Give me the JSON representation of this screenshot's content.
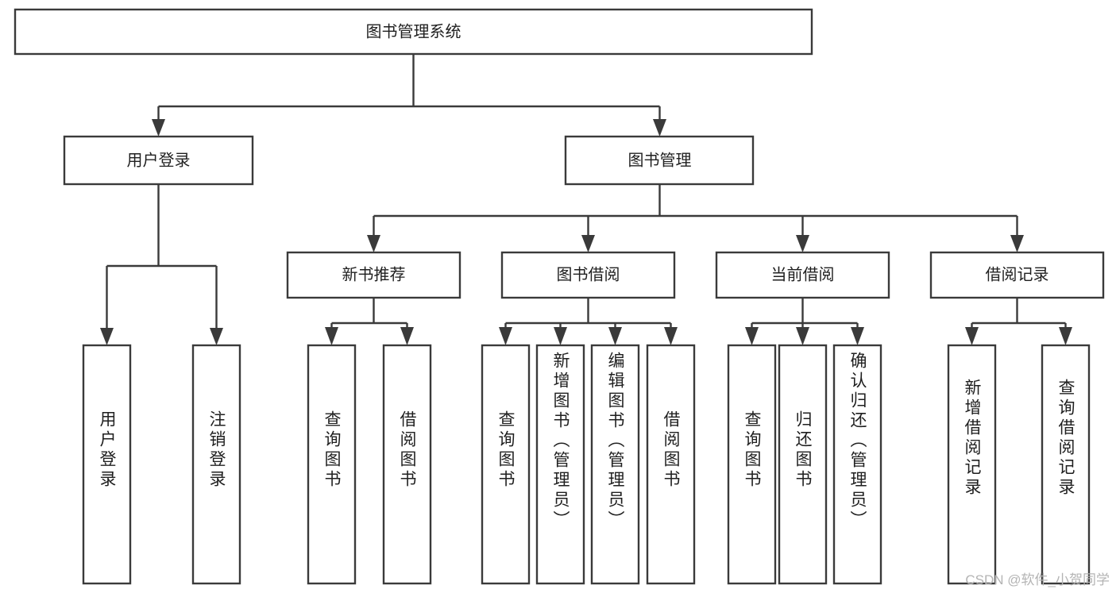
{
  "diagram": {
    "type": "tree",
    "title": "图书管理系统",
    "root": {
      "label": "图书管理系统"
    },
    "level2": [
      {
        "label": "用户登录"
      },
      {
        "label": "图书管理"
      }
    ],
    "level3": [
      {
        "label": "新书推荐"
      },
      {
        "label": "图书借阅"
      },
      {
        "label": "当前借阅"
      },
      {
        "label": "借阅记录"
      }
    ],
    "leaves": {
      "user_login": [
        {
          "label": "用户登录"
        },
        {
          "label": "注销登录"
        }
      ],
      "new_book_recommend": [
        {
          "label": "查询图书"
        },
        {
          "label": "借阅图书"
        }
      ],
      "book_borrow": [
        {
          "label": "查询图书"
        },
        {
          "label": "新增图书（管理员）"
        },
        {
          "label": "编辑图书（管理员）"
        },
        {
          "label": "借阅图书"
        }
      ],
      "current_borrow": [
        {
          "label": "查询图书"
        },
        {
          "label": "归还图书"
        },
        {
          "label": "确认归还（管理员）"
        }
      ],
      "borrow_record": [
        {
          "label": "新增借阅记录"
        },
        {
          "label": "查询借阅记录"
        }
      ]
    }
  },
  "watermark": {
    "text": "CSDN @软件_小贺同学"
  },
  "colors": {
    "background": "#ffffff",
    "box_fill": "#ffffff",
    "box_stroke": "#3a3a3a",
    "text": "#1f1f1f",
    "watermark": "#b4b4b4"
  }
}
